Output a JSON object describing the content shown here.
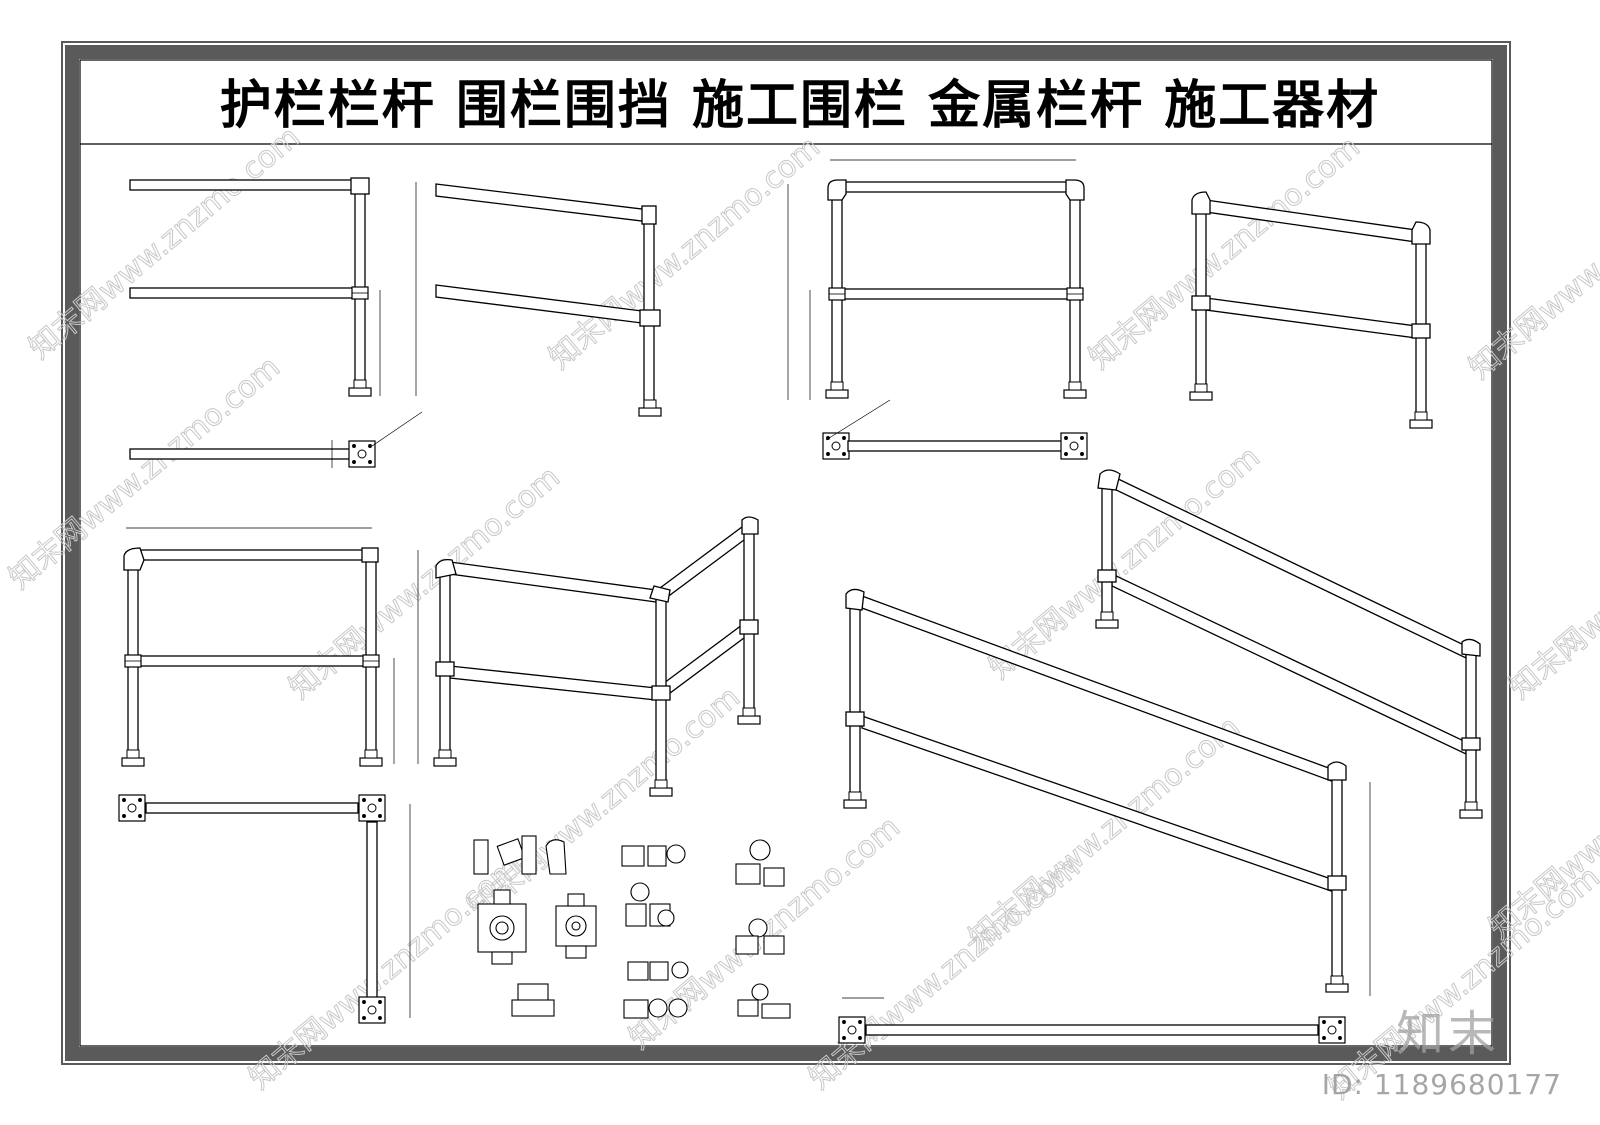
{
  "sheet": {
    "title": "护栏栏杆  围栏围挡  施工围栏  金属栏杆  施工器材",
    "brand": "知末",
    "id_label": "ID: 1189680177"
  },
  "watermark": {
    "text": "知末网www.znzmo.com",
    "color": "#c8c8c8"
  },
  "colors": {
    "frame_outer": "#5a5a5a",
    "frame_inner": "#000000",
    "line": "#000000",
    "background": "#ffffff"
  }
}
